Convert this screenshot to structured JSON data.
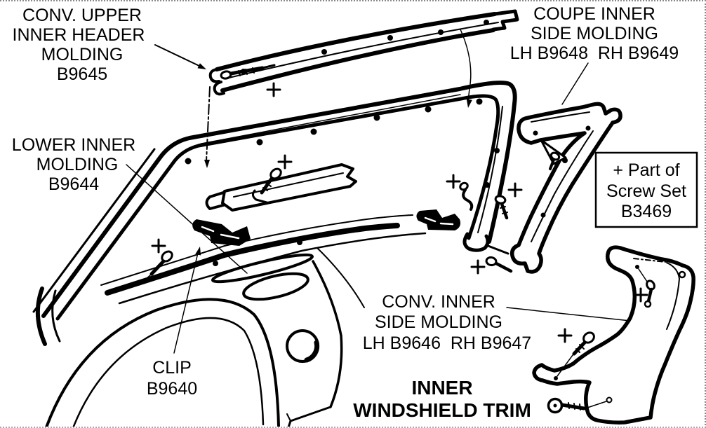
{
  "page": {
    "background": "#ffffff",
    "ink": "#000000",
    "border_dot_color": "#8a8a8a"
  },
  "labels": {
    "conv_upper": {
      "l1": "CONV. UPPER",
      "l2": "INNER HEADER",
      "l3": "MOLDING",
      "part": "B9645"
    },
    "coupe": {
      "l1": "COUPE INNER",
      "l2": "SIDE MOLDING",
      "part": "LH B9648  RH B9649"
    },
    "lower_inner": {
      "l1": "LOWER INNER",
      "l2": "MOLDING",
      "part": "B9644"
    },
    "screw_set": {
      "l1": "+ Part of",
      "l2": "Screw Set",
      "part": "B3469"
    },
    "conv_inner": {
      "l1": "CONV. INNER",
      "l2": "SIDE MOLDING",
      "part": "LH B9646  RH B9647"
    },
    "clip": {
      "l1": "CLIP",
      "part": "B9640"
    },
    "title": {
      "l1": "INNER",
      "l2": "WINDSHIELD TRIM"
    }
  }
}
